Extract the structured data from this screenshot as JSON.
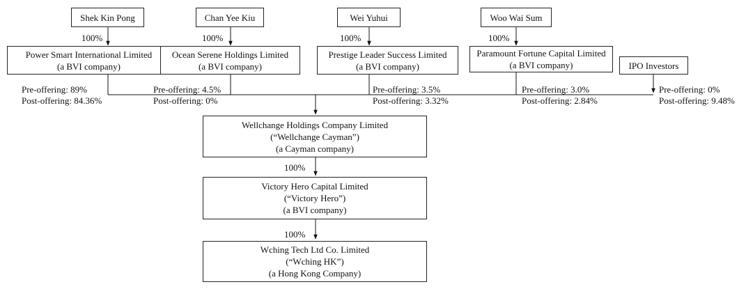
{
  "shareholders": [
    {
      "name": "Shek Kin Pong"
    },
    {
      "name": "Chan Yee Kiu"
    },
    {
      "name": "Wei Yuhui"
    },
    {
      "name": "Woo Wai Sum"
    }
  ],
  "bvi_companies": [
    {
      "line1": "Power Smart International Limited",
      "line2": "(a BVI company)",
      "ownership": "100%",
      "pre": "Pre-offering: 89%",
      "post": "Post-offering: 84.36%"
    },
    {
      "line1": "Ocean Serene Holdings Limited",
      "line2": "(a BVI company)",
      "ownership": "100%",
      "pre": "Pre-offering: 4.5%",
      "post": "Post-offering: 0%"
    },
    {
      "line1": "Prestige Leader Success Limited",
      "line2": "(a BVI company)",
      "ownership": "100%",
      "pre": "Pre-offering: 3.5%",
      "post": "Post-offering: 3.32%"
    },
    {
      "line1": "Paramount Fortune Capital Limited",
      "line2": "(a BVI company)",
      "ownership": "100%",
      "pre": "Pre-offering: 3.0%",
      "post": "Post-offering: 2.84%"
    }
  ],
  "ipo": {
    "name": "IPO Investors",
    "pre": "Pre-offering: 0%",
    "post": "Post-offering: 9.48%"
  },
  "cayman": {
    "line1": "Wellchange Holdings Company Limited",
    "line2": "(“Wellchange Cayman”)",
    "line3": "(a Cayman company)"
  },
  "victory": {
    "ownership": "100%",
    "line1": "Victory Hero Capital Limited",
    "line2": "(“Victory Hero”)",
    "line3": "(a BVI company)"
  },
  "hk": {
    "ownership": "100%",
    "line1": "Wching Tech Ltd Co. Limited",
    "line2": "(“Wching HK”)",
    "line3": "(a Hong Kong Company)"
  }
}
